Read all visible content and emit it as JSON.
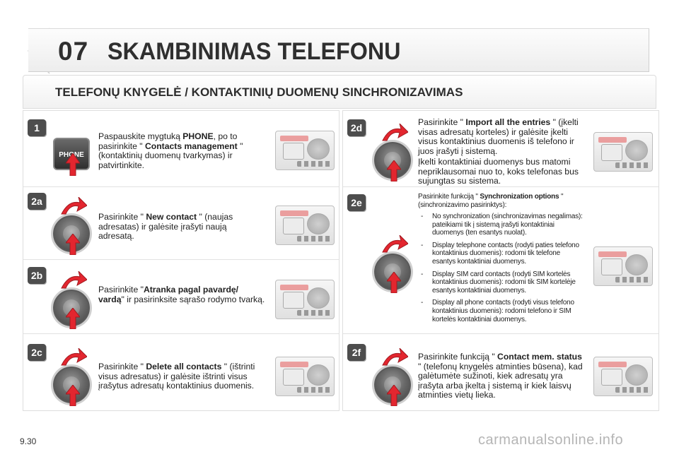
{
  "header": {
    "chapter_number": "07",
    "chapter_title": "SKAMBINIMAS TELEFONU",
    "subtitle": "TELEFONŲ KNYGELĖ / KONTAKTINIŲ DUOMENŲ SINCHRONIZAVIMAS"
  },
  "steps": {
    "s1": {
      "badge": "1",
      "button_label": "PHONE",
      "p1": "Paspauskite mygtuką ",
      "b1": "PHONE",
      "p2": ", po to pasirinkite \" ",
      "b2": "Contacts management",
      "p3": " \" (kontaktinių duomenų tvarkymas) ir patvirtinkite."
    },
    "s2a": {
      "badge": "2a",
      "p1": "Pasirinkite \" ",
      "b1": "New contact",
      "p2": " \" (naujas adresatas) ir galėsite įrašyti naują adresatą."
    },
    "s2b": {
      "badge": "2b",
      "p1": "Pasirinkite \"",
      "b1": "Atranka pagal pavardę/ vardą",
      "p2": "\" ir pasirinksite sąrašo rodymo tvarką."
    },
    "s2c": {
      "badge": "2c",
      "p1": "Pasirinkite \" ",
      "b1": "Delete all contacts",
      "p2": " \" (ištrinti visus adresatus) ir galėsite ištrinti visus įrašytus adresatų kontaktinius duomenis."
    },
    "s2d": {
      "badge": "2d",
      "p1": "Pasirinkite \" ",
      "b1": "Import all the entries",
      "p2": " \" (įkelti visas adresatų korteles) ir galėsite įkelti visus kontaktinius duomenis iš telefono ir juos įrašyti į sistemą.",
      "p3": "Įkelti kontaktiniai duomenys bus matomi nepriklausomai nuo to, koks telefonas bus sujungtas su sistema."
    },
    "s2e": {
      "badge": "2e",
      "p1": "Pasirinkite funkciją \" ",
      "b1": "Synchronization options",
      "p2": " \" (sinchronizavimo pasirinktys):",
      "options": [
        "No synchronization (sinchronizavimas negalimas): pateikiami tik į sistemą įrašyti kontaktiniai duomenys (ten esantys nuolat).",
        "Display telephone contacts (rodyti paties telefono kontaktinius duomenis): rodomi tik telefone esantys kontaktiniai duomenys.",
        "Display SIM card contacts (rodyti SIM kortelės kontaktinius duomenis): rodomi tik SIM kortelėje esantys kontaktiniai duomenys.",
        "Display all phone contacts (rodyti visus telefono kontaktinius duomenis): rodomi telefono ir SIM kortelės kontaktiniai duomenys."
      ]
    },
    "s2f": {
      "badge": "2f",
      "p1": "Pasirinkite funkciją \" ",
      "b1": "Contact mem. status",
      "p2": " \" (telefonų knygelės atminties būsena), kad galėtumėte sužinoti, kiek adresatų yra įrašyta arba įkelta į sistemą ir kiek laisvų atminties vietų lieka."
    }
  },
  "footer": {
    "page": "9.30",
    "watermark": "carmanualsonline.info"
  },
  "colors": {
    "badge_bg": "#4d4d4d",
    "arrow_red": "#e3262f",
    "title_dark": "#2f2f2f"
  },
  "icons": {
    "step_arrow": "red-arrow-icon",
    "rotary_knob": "rotary-knob-icon",
    "radio_unit": "radio-unit-icon"
  }
}
